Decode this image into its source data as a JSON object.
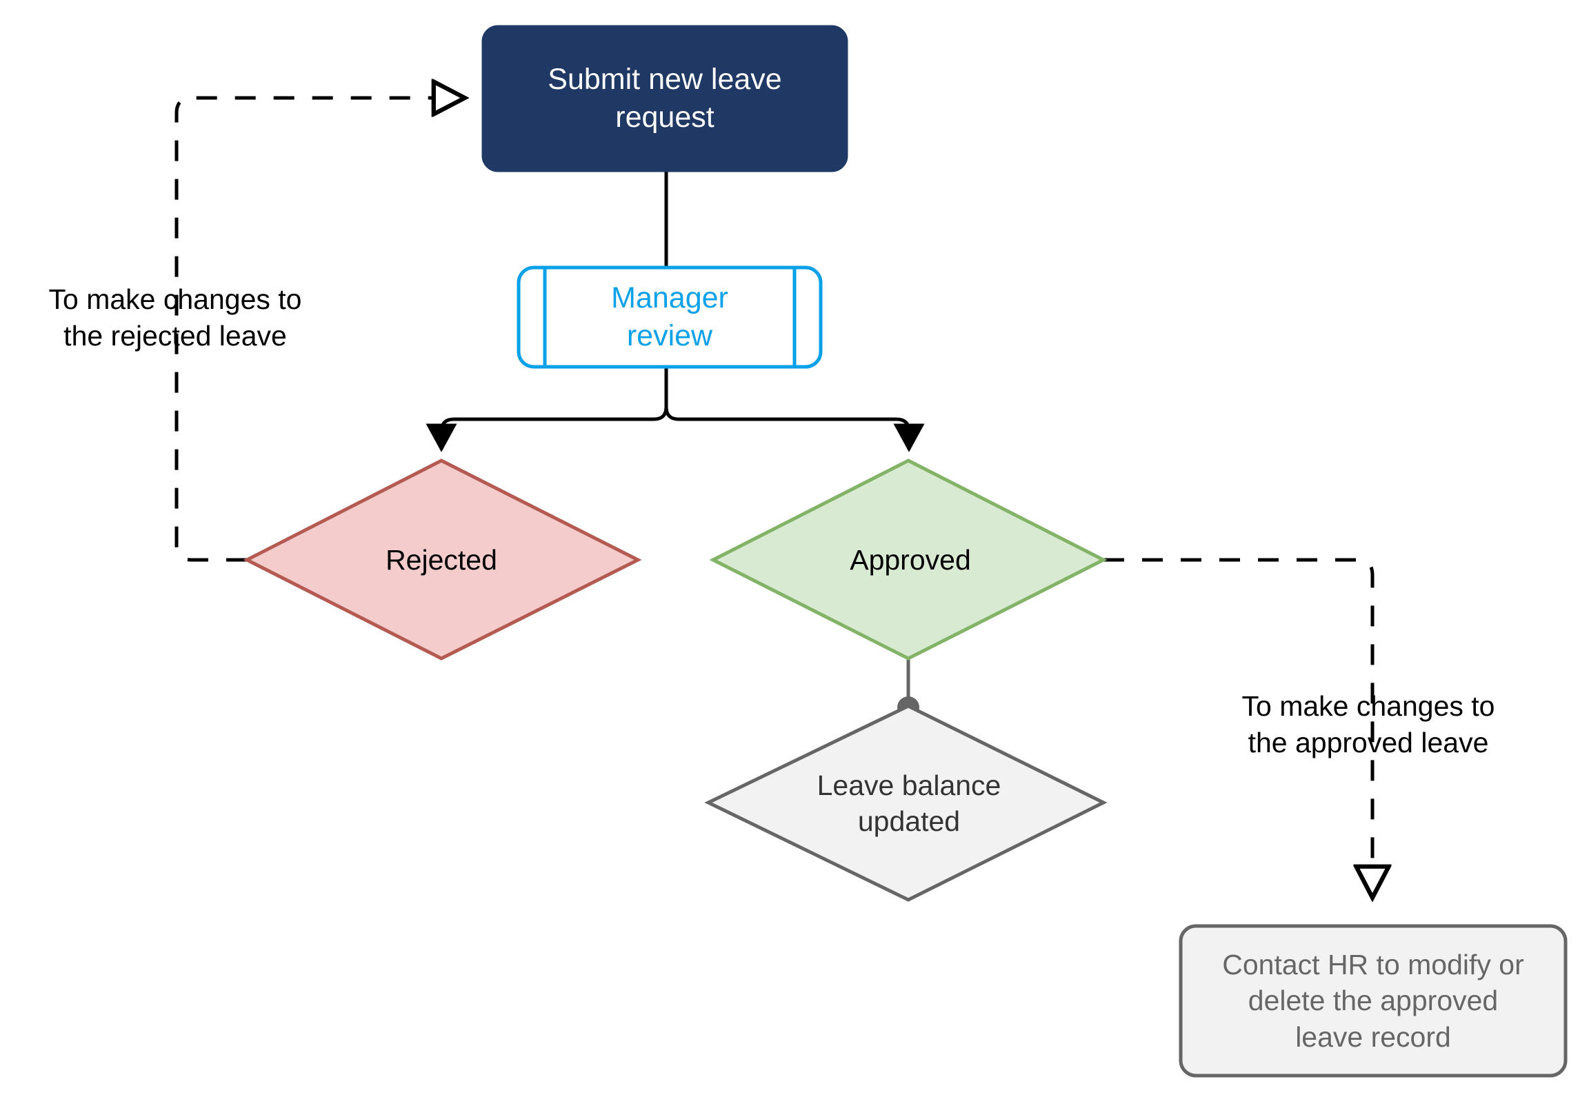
{
  "diagram": {
    "title": "Leave request approval flow",
    "background": "#ffffff"
  },
  "nodes": {
    "submit": {
      "label": "Submit new leave\nrequest",
      "shape": "rounded-rectangle",
      "fill": "#1f3864",
      "stroke": "#1f3864",
      "text_color": "#ffffff"
    },
    "manager_review": {
      "label": "Manager\nreview",
      "shape": "predefined-process",
      "fill": "#ffffff",
      "stroke": "#0aa1e8",
      "text_color": "#0aa1e8"
    },
    "rejected": {
      "label": "Rejected",
      "shape": "diamond",
      "fill": "#f4cccc",
      "stroke": "#b45a52",
      "text_color": "#000000"
    },
    "approved": {
      "label": "Approved",
      "shape": "diamond",
      "fill": "#d9ead3",
      "stroke": "#82b366",
      "text_color": "#000000"
    },
    "leave_balance": {
      "label": "Leave balance\nupdated",
      "shape": "diamond",
      "fill": "#f2f2f2",
      "stroke": "#666666",
      "text_color": "#333333"
    },
    "contact_hr": {
      "label": "Contact HR to modify or\ndelete the approved\nleave record",
      "shape": "rounded-rectangle",
      "fill": "#f2f2f2",
      "stroke": "#666666",
      "text_color": "#666666"
    }
  },
  "edges": {
    "submit_to_manager": {
      "style": "solid",
      "arrow": "none",
      "color": "#000000"
    },
    "manager_to_rejected": {
      "style": "solid",
      "arrow": "filled",
      "color": "#000000"
    },
    "manager_to_approved": {
      "style": "solid",
      "arrow": "filled",
      "color": "#000000"
    },
    "approved_to_balance": {
      "style": "solid",
      "arrow": "ball",
      "color": "#666666"
    },
    "rejected_to_submit": {
      "style": "dashed",
      "arrow": "open",
      "color": "#000000",
      "label": "To make changes to\nthe rejected leave"
    },
    "approved_to_hr": {
      "style": "dashed",
      "arrow": "open",
      "color": "#000000",
      "label": "To make changes to\nthe approved leave"
    }
  }
}
